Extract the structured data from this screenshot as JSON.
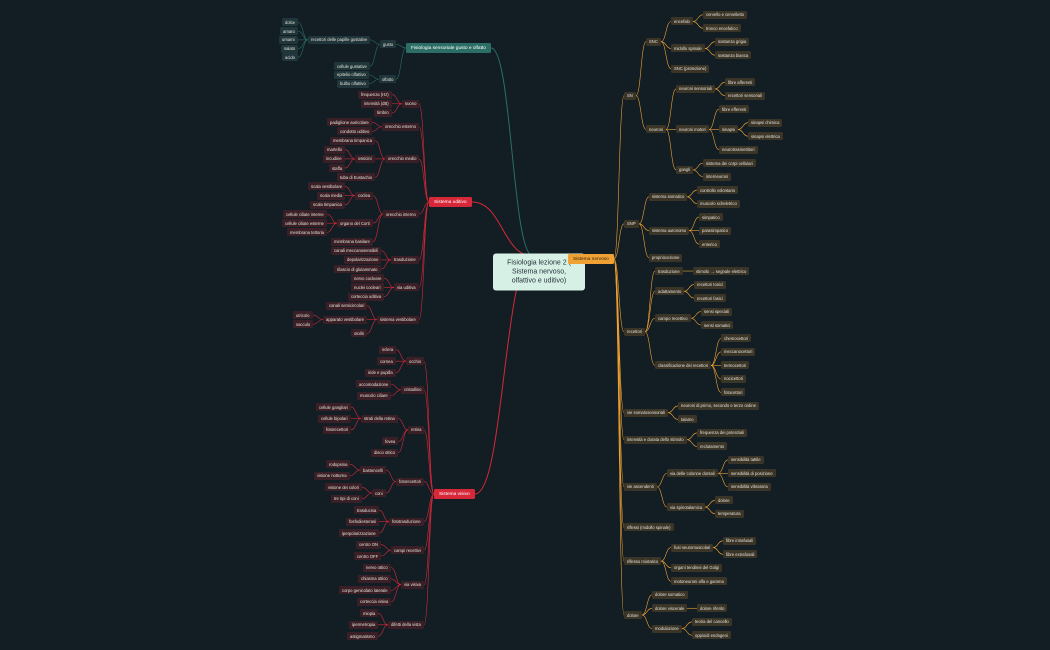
{
  "root": {
    "label": "Fisiologia lezione 2 ( Sistema nervoso, olfattivo e uditivo)"
  },
  "colors": {
    "nervoso": "#f0a133",
    "uditivo": "#d7283a",
    "visivo": "#d7283a",
    "gusto": "#2c6e66",
    "background": "#121e24",
    "root": "#d7f0e6"
  },
  "branches": [
    {
      "label": "Sistema nervoso",
      "children": [
        {
          "label": "SN",
          "children": [
            {
              "label": "SNC",
              "children": [
                {
                  "label": "encefalo",
                  "children": [
                    {
                      "label": "cervello e cervelletto"
                    },
                    {
                      "label": "tronco encefalico"
                    }
                  ]
                },
                {
                  "label": "midollo spinale",
                  "children": [
                    {
                      "label": "sostanza grigia"
                    },
                    {
                      "label": "sostanza bianca"
                    }
                  ]
                },
                {
                  "label": "SNC (protezione)"
                }
              ]
            },
            {
              "label": "neuroni",
              "children": [
                {
                  "label": "neuroni sensoriali",
                  "children": [
                    {
                      "label": "fibre afferenti"
                    },
                    {
                      "label": "recettori sensoriali"
                    }
                  ]
                },
                {
                  "label": "neuroni motori",
                  "children": [
                    {
                      "label": "fibre efferenti"
                    },
                    {
                      "label": "sinapsi",
                      "children": [
                        {
                          "label": "sinapsi chimica"
                        },
                        {
                          "label": "sinapsi elettrica"
                        }
                      ]
                    },
                    {
                      "label": "neurotrasmettitori"
                    }
                  ]
                },
                {
                  "label": "gangli",
                  "children": [
                    {
                      "label": "sistema dei corpi cellulari"
                    },
                    {
                      "label": "interneuroni"
                    }
                  ]
                }
              ]
            }
          ]
        },
        {
          "label": "SNP",
          "children": [
            {
              "label": "sistema somatico",
              "children": [
                {
                  "label": "controllo volontario"
                },
                {
                  "label": "muscolo scheletrico"
                }
              ]
            },
            {
              "label": "sistema autonomo",
              "children": [
                {
                  "label": "simpatico"
                },
                {
                  "label": "parasimpatico"
                },
                {
                  "label": "enterico"
                }
              ]
            },
            {
              "label": "propriocezione"
            }
          ]
        },
        {
          "label": "recettori",
          "children": [
            {
              "label": "trasduzione",
              "children": [
                {
                  "label": "stimolo → segnale elettrico"
                }
              ]
            },
            {
              "label": "adattamento",
              "children": [
                {
                  "label": "recettori tonici"
                },
                {
                  "label": "recettori fasici"
                }
              ]
            },
            {
              "label": "campo recettivo",
              "children": [
                {
                  "label": "sensi speciali"
                },
                {
                  "label": "sensi somatici"
                }
              ]
            },
            {
              "label": "classificazione dei recettori",
              "children": [
                {
                  "label": "chemocettori"
                },
                {
                  "label": "meccanocettori"
                },
                {
                  "label": "termocettori"
                },
                {
                  "label": "nocicettori"
                },
                {
                  "label": "fotocettori"
                }
              ]
            }
          ]
        },
        {
          "label": "vie somatosensoriali",
          "children": [
            {
              "label": "neuroni di primo, secondo e terzo ordine"
            },
            {
              "label": "talamo"
            }
          ]
        },
        {
          "label": "intensità e durata dello stimolo",
          "children": [
            {
              "label": "frequenza dei potenziali"
            },
            {
              "label": "reclutamento"
            }
          ]
        },
        {
          "label": "vie ascendenti",
          "children": [
            {
              "label": "via delle colonne dorsali",
              "children": [
                {
                  "label": "sensibilità tattile"
                },
                {
                  "label": "sensibilità di posizione"
                },
                {
                  "label": "sensibilità vibratoria"
                }
              ]
            },
            {
              "label": "via spinotalamica",
              "children": [
                {
                  "label": "dolore"
                },
                {
                  "label": "temperatura"
                }
              ]
            }
          ]
        },
        {
          "label": "riflessi (midollo spinale)"
        },
        {
          "label": "riflesso miotatico",
          "children": [
            {
              "label": "fusi neuromuscolari",
              "children": [
                {
                  "label": "fibre intrafusali"
                },
                {
                  "label": "fibre extrafusali"
                }
              ]
            },
            {
              "label": "organi tendinei del Golgi"
            },
            {
              "label": "motoneuroni alfa e gamma"
            }
          ]
        },
        {
          "label": "dolore",
          "children": [
            {
              "label": "dolore somatico"
            },
            {
              "label": "dolore viscerale",
              "children": [
                {
                  "label": "dolore riferito"
                }
              ]
            },
            {
              "label": "modulazione",
              "children": [
                {
                  "label": "teoria del cancello"
                },
                {
                  "label": "oppioidi endogeni"
                }
              ]
            }
          ]
        }
      ]
    },
    {
      "label": "Sistema uditivo",
      "children": [
        {
          "label": "suono",
          "children": [
            {
              "label": "frequenza (Hz)"
            },
            {
              "label": "intensità (dB)"
            },
            {
              "label": "timbro"
            }
          ]
        },
        {
          "label": "orecchio esterno",
          "children": [
            {
              "label": "padiglione auricolare"
            },
            {
              "label": "condotto uditivo"
            }
          ]
        },
        {
          "label": "orecchio medio",
          "children": [
            {
              "label": "membrana timpanica"
            },
            {
              "label": "ossicini",
              "children": [
                {
                  "label": "martello"
                },
                {
                  "label": "incudine"
                },
                {
                  "label": "staffa"
                }
              ]
            },
            {
              "label": "tuba di Eustachio"
            }
          ]
        },
        {
          "label": "orecchio interno",
          "children": [
            {
              "label": "coclea",
              "children": [
                {
                  "label": "scala vestibolare"
                },
                {
                  "label": "scala media"
                },
                {
                  "label": "scala timpanica"
                }
              ]
            },
            {
              "label": "organo del Corti",
              "children": [
                {
                  "label": "cellule ciliate interne"
                },
                {
                  "label": "cellule ciliate esterne"
                },
                {
                  "label": "membrana tettoria"
                }
              ]
            },
            {
              "label": "membrana basilare"
            }
          ]
        },
        {
          "label": "trasduzione",
          "children": [
            {
              "label": "canali meccanosensibili"
            },
            {
              "label": "depolarizzazione"
            },
            {
              "label": "rilascio di glutammato"
            }
          ]
        },
        {
          "label": "via uditiva",
          "children": [
            {
              "label": "nervo cocleare"
            },
            {
              "label": "nuclei cocleari"
            },
            {
              "label": "corteccia uditiva"
            }
          ]
        },
        {
          "label": "sistema vestibolare",
          "children": [
            {
              "label": "canali semicircolari"
            },
            {
              "label": "apparato vestibolare",
              "children": [
                {
                  "label": "utricolo"
                },
                {
                  "label": "sacculo"
                }
              ]
            },
            {
              "label": "otoliti"
            }
          ]
        }
      ]
    },
    {
      "label": "Sistema visivo",
      "children": [
        {
          "label": "occhio",
          "children": [
            {
              "label": "sclera"
            },
            {
              "label": "cornea"
            },
            {
              "label": "iride e pupilla"
            }
          ]
        },
        {
          "label": "cristallino",
          "children": [
            {
              "label": "accomodazione"
            },
            {
              "label": "muscolo ciliare"
            }
          ]
        },
        {
          "label": "retina",
          "children": [
            {
              "label": "strati della retina",
              "children": [
                {
                  "label": "cellule gangliari"
                },
                {
                  "label": "cellule bipolari"
                },
                {
                  "label": "fotorecettori"
                }
              ]
            },
            {
              "label": "fovea"
            },
            {
              "label": "disco ottico"
            }
          ]
        },
        {
          "label": "fotorecettori",
          "children": [
            {
              "label": "bastoncelli",
              "children": [
                {
                  "label": "rodopsina"
                },
                {
                  "label": "visione notturna"
                }
              ]
            },
            {
              "label": "coni",
              "children": [
                {
                  "label": "visione dei colori"
                },
                {
                  "label": "tre tipi di coni"
                }
              ]
            }
          ]
        },
        {
          "label": "fototrasduzione",
          "children": [
            {
              "label": "trasducina"
            },
            {
              "label": "fosfodiesterasi"
            },
            {
              "label": "iperpolarizzazione"
            }
          ]
        },
        {
          "label": "campi recettivi",
          "children": [
            {
              "label": "centro ON"
            },
            {
              "label": "centro OFF"
            }
          ]
        },
        {
          "label": "via visiva",
          "children": [
            {
              "label": "nervo ottico"
            },
            {
              "label": "chiasma ottico"
            },
            {
              "label": "corpo genicolato laterale"
            },
            {
              "label": "corteccia visiva"
            }
          ]
        },
        {
          "label": "difetti della vista",
          "children": [
            {
              "label": "miopia"
            },
            {
              "label": "ipermetropia"
            },
            {
              "label": "astigmatismo"
            }
          ]
        }
      ]
    },
    {
      "label": "Fisiologia sensoriale gusto e olfatto",
      "children": [
        {
          "label": "gusto",
          "children": [
            {
              "label": "recettori delle papille gustative",
              "children": [
                {
                  "label": "dolce"
                },
                {
                  "label": "amaro"
                },
                {
                  "label": "umami"
                },
                {
                  "label": "salato"
                },
                {
                  "label": "acido"
                }
              ]
            },
            {
              "label": "cellule gustative"
            }
          ]
        },
        {
          "label": "olfatto",
          "children": [
            {
              "label": "epitelio olfattivo"
            },
            {
              "label": "bulbo olfattivo"
            }
          ]
        }
      ]
    }
  ]
}
